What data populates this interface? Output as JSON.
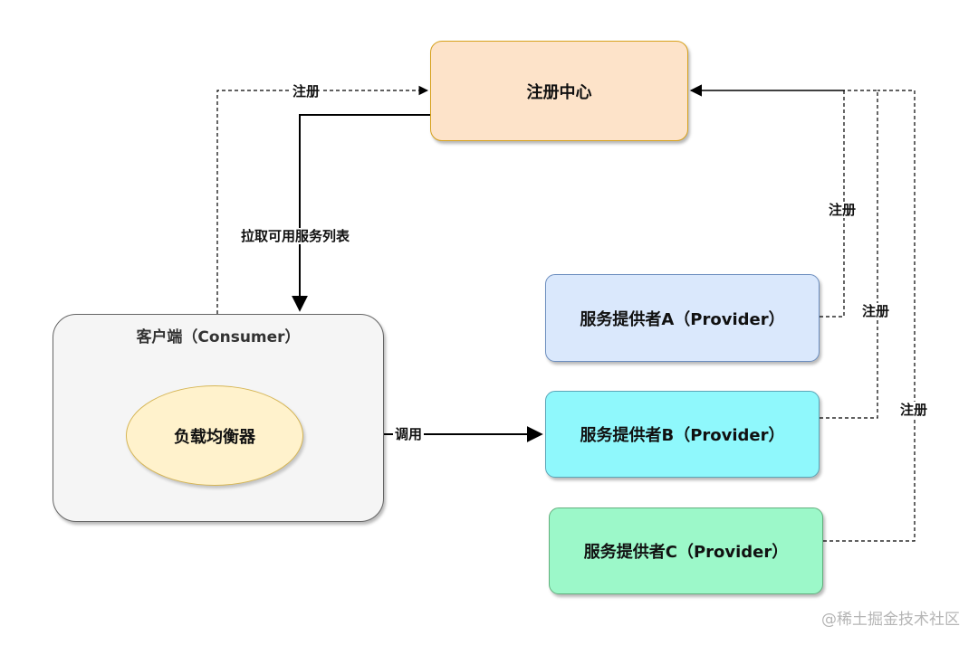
{
  "nodes": {
    "registry": "注册中心",
    "consumer": "客户端（Consumer）",
    "load_balancer": "负载均衡器",
    "provider_a": "服务提供者A（Provider）",
    "provider_b": "服务提供者B（Provider）",
    "provider_c": "服务提供者C（Provider）"
  },
  "edges": {
    "consumer_register": "注册",
    "pull_service_list": "拉取可用服务列表",
    "invoke": "调用",
    "provider_a_register": "注册",
    "provider_b_register": "注册",
    "provider_c_register": "注册"
  },
  "watermark": "@稀土掘金技术社区"
}
